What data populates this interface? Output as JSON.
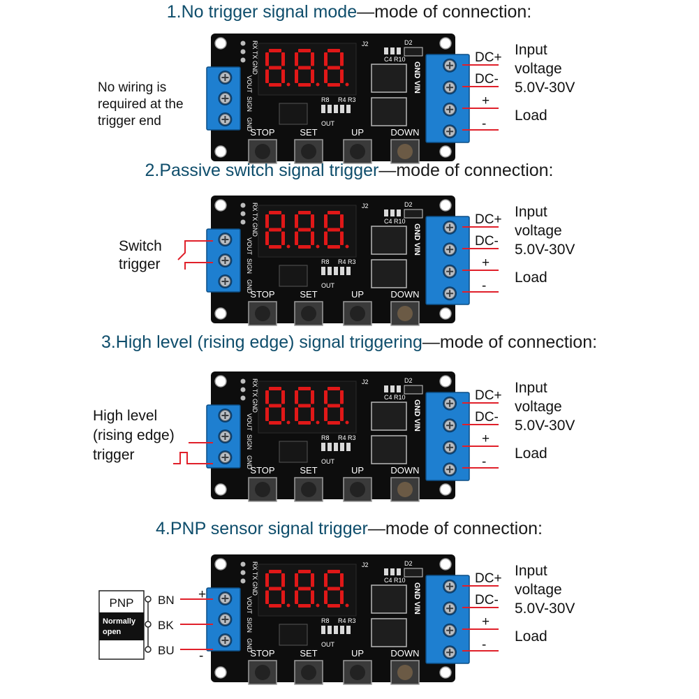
{
  "sections": [
    {
      "title_main": "1.No trigger signal mode",
      "title_rest": "mode of connection:",
      "left_note": [
        "No wiring is",
        "required at the",
        "trigger end"
      ]
    },
    {
      "title_main": "2.Passive switch signal trigger",
      "title_rest": "mode of connection:",
      "left_note": [
        "Switch",
        "trigger"
      ]
    },
    {
      "title_main": "3.High level (rising edge) signal triggering",
      "title_rest": "mode of connection:",
      "left_note": [
        "High level",
        "(rising edge)",
        "trigger"
      ]
    },
    {
      "title_main": "4.PNP sensor signal trigger",
      "title_rest": "mode of connection:",
      "left_note": []
    }
  ],
  "right_labels": {
    "dc_plus": "DC+",
    "dc_minus": "DC-",
    "plus": "+",
    "minus": "-",
    "input": "Input",
    "voltage": "voltage",
    "range": "5.0V-30V",
    "load": "Load"
  },
  "board": {
    "buttons": [
      "STOP",
      "SET",
      "UP",
      "DOWN"
    ],
    "header_pins": "RX TX GND",
    "left_terminal": [
      "VOUT",
      "SIGN",
      "GND"
    ],
    "right_terminal": "GND VIN",
    "marks": {
      "j2": "J2",
      "d2": "D2",
      "c4r10": "C4 R10",
      "r8": "R8",
      "r4r3": "R4 R3",
      "out": "OUT"
    }
  },
  "pnp": {
    "name": "PNP",
    "normally": "Normally",
    "open": "open",
    "pins": [
      "BN",
      "BK",
      "BU"
    ],
    "plus": "+",
    "minus": "-"
  },
  "colors": {
    "heading": "#0e4d6b",
    "pcb": "#0d0d0d",
    "terminal_blue": "#1e7fd0",
    "digit_red": "#e01818",
    "wire_red": "#e0202a"
  }
}
